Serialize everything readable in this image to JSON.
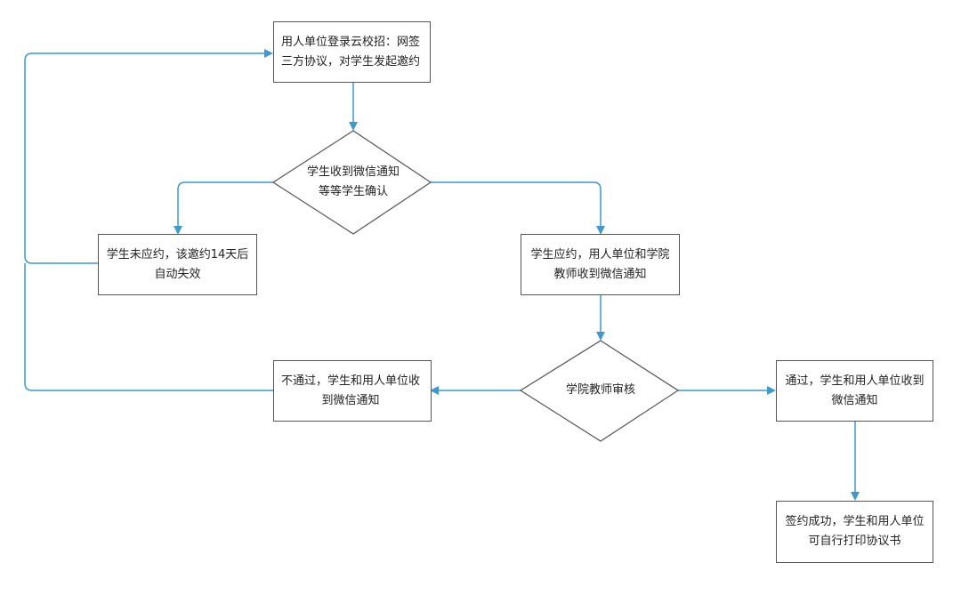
{
  "colors": {
    "connector": "#3a9ad1",
    "border": "#555555",
    "text": "#222222",
    "background": "#ffffff"
  },
  "nodes": {
    "employer_login": {
      "lines": [
        "用人单位登录云校招：网签",
        "三方协议，对学生发起邀约"
      ]
    },
    "student_confirm": {
      "lines": [
        "学生收到微信通知",
        "等等学生确认"
      ]
    },
    "student_no_reply": {
      "lines": [
        "学生未应约，该邀约14天后",
        "自动失效"
      ]
    },
    "student_accept": {
      "lines": [
        "学生应约，用人单位和学院",
        "教师收到微信通知"
      ]
    },
    "teacher_review": {
      "lines": [
        "学院教师审核"
      ]
    },
    "not_pass": {
      "lines": [
        "不通过，学生和用人单位收",
        "到微信通知"
      ]
    },
    "pass": {
      "lines": [
        "通过，学生和用人单位收到",
        "微信通知"
      ]
    },
    "signed": {
      "lines": [
        "签约成功，学生和用人单位",
        "可自行打印协议书"
      ]
    }
  }
}
